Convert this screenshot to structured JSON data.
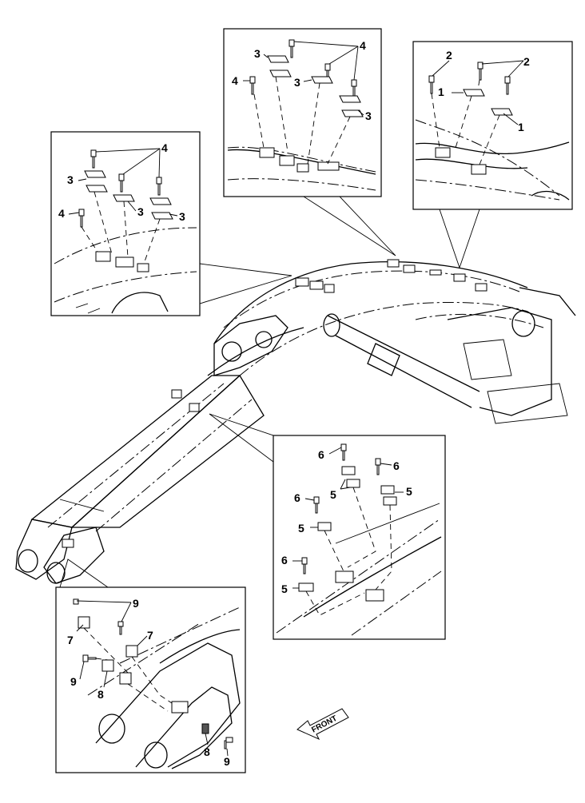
{
  "diagram": {
    "callouts": [
      {
        "id": "c4-top-a",
        "text": "4"
      },
      {
        "id": "c3-top-a",
        "text": "3"
      },
      {
        "id": "c4-top-b",
        "text": "4"
      },
      {
        "id": "c3-top-b",
        "text": "3"
      },
      {
        "id": "c3-top-c",
        "text": "3"
      },
      {
        "id": "c2-right-a",
        "text": "2"
      },
      {
        "id": "c2-right-b",
        "text": "2"
      },
      {
        "id": "c1-right-a",
        "text": "1"
      },
      {
        "id": "c1-right-b",
        "text": "1"
      },
      {
        "id": "c4-left-a",
        "text": "4"
      },
      {
        "id": "c3-left-a",
        "text": "3"
      },
      {
        "id": "c4-left-b",
        "text": "4"
      },
      {
        "id": "c3-left-b",
        "text": "3"
      },
      {
        "id": "c3-left-c",
        "text": "3"
      },
      {
        "id": "c6-mid-a",
        "text": "6"
      },
      {
        "id": "c6-mid-b",
        "text": "6"
      },
      {
        "id": "c5-mid-a",
        "text": "5"
      },
      {
        "id": "c5-mid-b",
        "text": "5"
      },
      {
        "id": "c6-mid-c",
        "text": "6"
      },
      {
        "id": "c5-mid-c",
        "text": "5"
      },
      {
        "id": "c6-mid-d",
        "text": "6"
      },
      {
        "id": "c5-mid-d",
        "text": "5"
      },
      {
        "id": "c9-bot-a",
        "text": "9"
      },
      {
        "id": "c7-bot-a",
        "text": "7"
      },
      {
        "id": "c7-bot-b",
        "text": "7"
      },
      {
        "id": "c9-bot-b",
        "text": "9"
      },
      {
        "id": "c8-bot-a",
        "text": "8"
      },
      {
        "id": "c8-bot-b",
        "text": "8"
      },
      {
        "id": "c9-bot-c",
        "text": "9"
      }
    ],
    "front_label": "FRONT"
  }
}
